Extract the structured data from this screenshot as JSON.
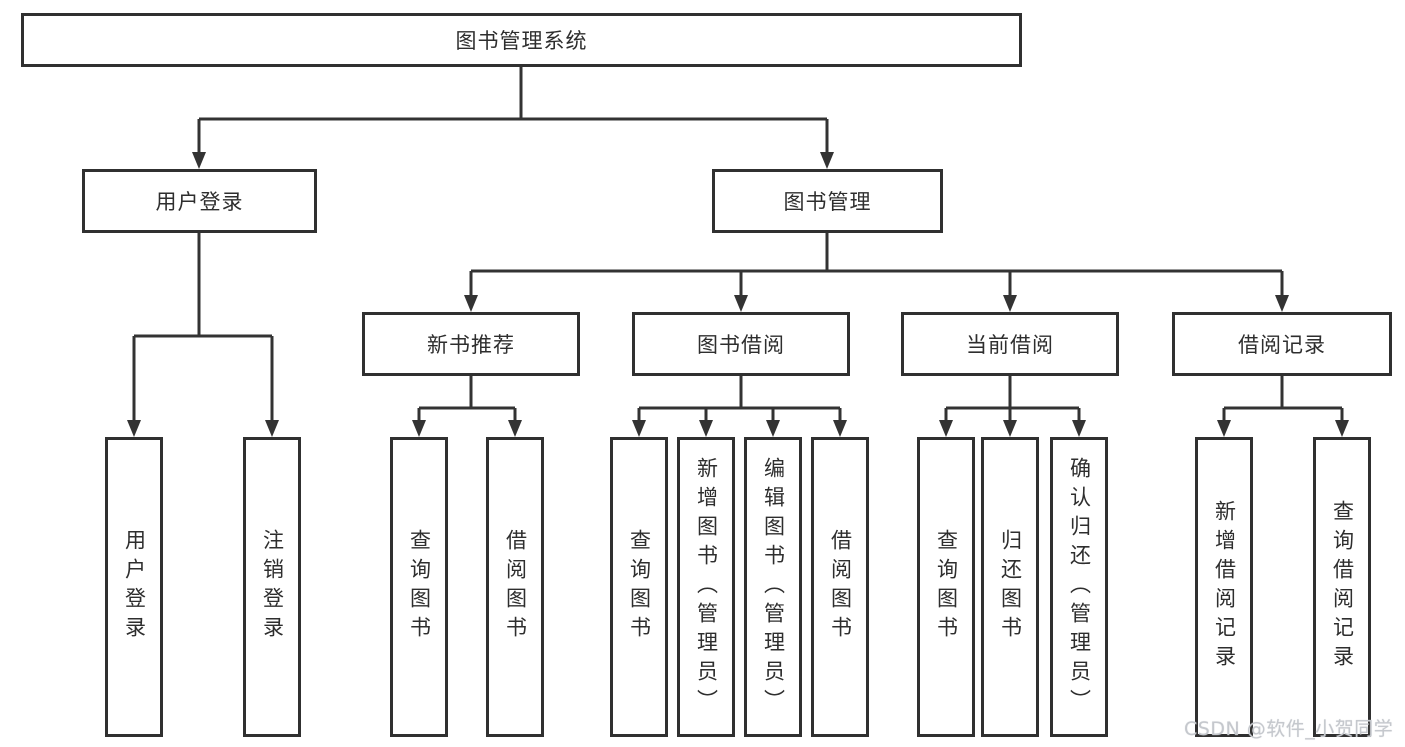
{
  "nodes": {
    "root": "图书管理系统",
    "l2": [
      "用户登录",
      "图书管理"
    ],
    "l3": [
      "新书推荐",
      "图书借阅",
      "当前借阅",
      "借阅记录"
    ],
    "leaves": {
      "login": [
        "用户登录",
        "注销登录"
      ],
      "recommend": [
        "查询图书",
        "借阅图书"
      ],
      "borrow": [
        "查询图书",
        "新增图书（管理员）",
        "编辑图书（管理员）",
        "借阅图书"
      ],
      "current": [
        "查询图书",
        "归还图书",
        "确认归还（管理员）"
      ],
      "records": [
        "新增借阅记录",
        "查询借阅记录"
      ]
    }
  },
  "watermark": "CSDN @软件_小贺同学",
  "colors": {
    "line": "#333333",
    "box_border": "#303030",
    "text": "#2e2e2e",
    "watermark": "#c5c8cd",
    "background": "#ffffff"
  }
}
